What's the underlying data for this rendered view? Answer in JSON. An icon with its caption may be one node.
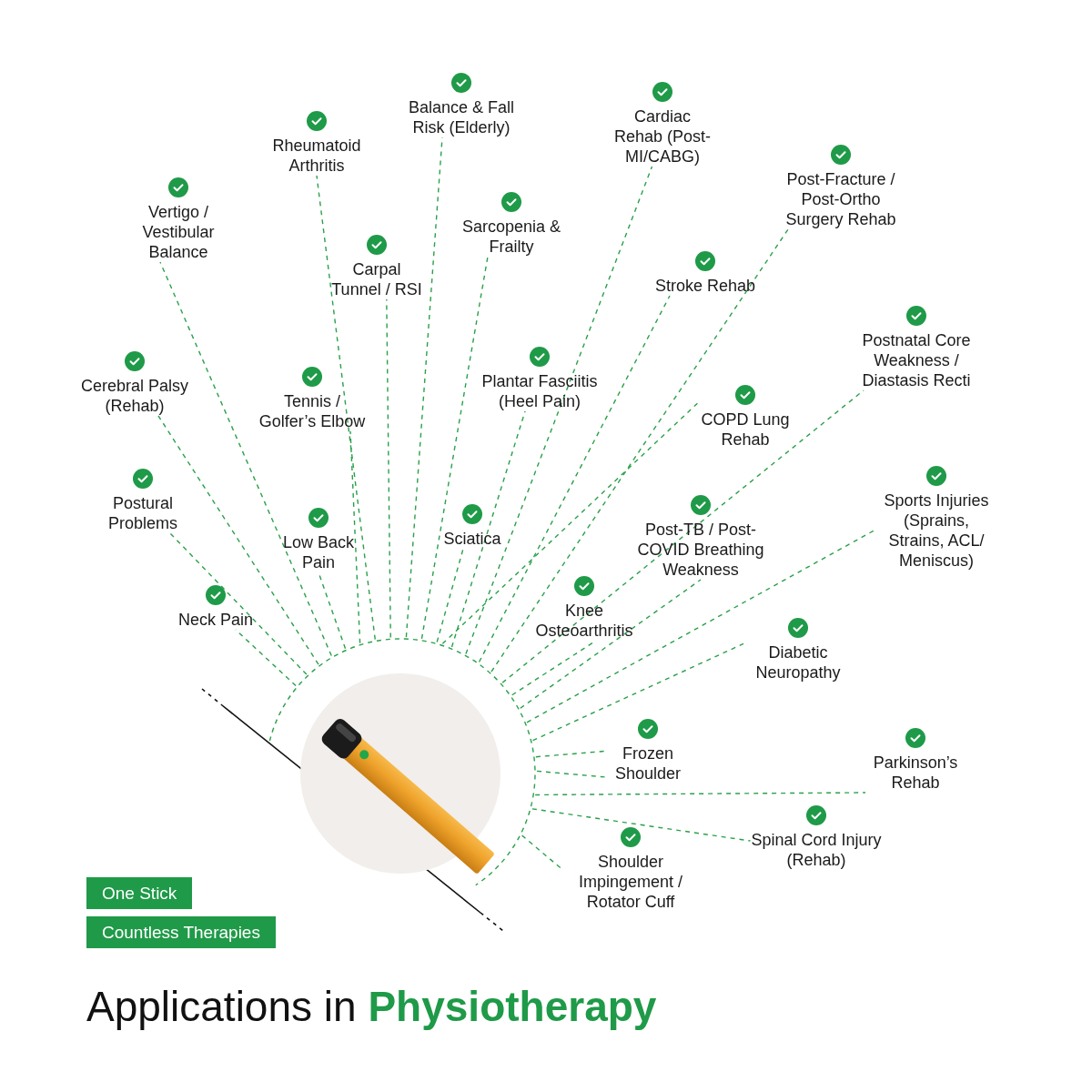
{
  "diagram": {
    "title": "Applications in **Physiotherapy**",
    "nodes": [
      {
        "text": [],
        "shape": "picture"
      },
      {
        "text": [
          "Balance & Fall Risk (Elderly)"
        ]
      },
      {
        "text": [
          "Cardiac Rehab (Post-MI/CABG)"
        ]
      },
      {
        "text": [
          "Rheumatoid Arthritis"
        ]
      },
      {
        "text": [
          "Post-Fracture / Post-Ortho Surgery Rehab"
        ]
      },
      {
        "text": [
          "Vertigo / Vestibular Balance"
        ]
      },
      {
        "text": [
          "Sarcopenia & Frailty"
        ]
      },
      {
        "text": [
          "Carpal Tunnel / RSI"
        ]
      },
      {
        "text": [
          "Stroke Rehab"
        ]
      },
      {
        "text": [
          "Postnatal Core Weakness / Diastasis Recti"
        ]
      },
      {
        "text": [
          "Plantar Fasciitis (Heel Pain)"
        ]
      },
      {
        "text": [
          "Cerebral Palsy (Rehab)"
        ]
      },
      {
        "text": [
          "Tennis / Golfer’s Elbow"
        ]
      },
      {
        "text": [
          "COPD Lung Rehab"
        ]
      },
      {
        "text": [
          "Sports Injuries (Sprains, Strains, ACL/ Meniscus)"
        ]
      },
      {
        "text": [
          "Postural Problems"
        ]
      },
      {
        "text": [
          "Post-TB / Post-COVID Breathing Weakness"
        ]
      },
      {
        "text": [
          "Sciatica"
        ]
      },
      {
        "text": [
          "Low Back Pain"
        ]
      },
      {
        "text": [
          "Knee Osteoarthritis"
        ]
      },
      {
        "text": [
          "Neck Pain"
        ]
      },
      {
        "text": [
          "Diabetic Neuropathy"
        ]
      },
      {
        "text": [
          "Frozen Shoulder"
        ]
      },
      {
        "text": [
          "Parkinson’s Rehab"
        ]
      },
      {
        "text": [
          "Spinal Cord Injury (Rehab)"
        ]
      },
      {
        "text": [
          "Shoulder Impingement / Rotator Cuff"
        ]
      },
      {
        "text": [
          "One Stick"
        ]
      },
      {
        "text": [
          "Countless Therapies"
        ]
      }
    ],
    "edges": [
      {
        "from": 0,
        "to": 1,
        "arrow": "none",
        "style": "dashed"
      },
      {
        "from": 0,
        "to": 2,
        "arrow": "none",
        "style": "dashed"
      },
      {
        "from": 0,
        "to": 3,
        "arrow": "none",
        "style": "dashed"
      },
      {
        "from": 0,
        "to": 4,
        "arrow": "none",
        "style": "dashed"
      },
      {
        "from": 0,
        "to": 5,
        "arrow": "none",
        "style": "dashed"
      },
      {
        "from": 0,
        "to": 6,
        "arrow": "none",
        "style": "dashed"
      },
      {
        "from": 0,
        "to": 7,
        "arrow": "none",
        "style": "dashed"
      },
      {
        "from": 0,
        "to": 8,
        "arrow": "none",
        "style": "dashed"
      },
      {
        "from": 0,
        "to": 9,
        "arrow": "none",
        "style": "dashed"
      },
      {
        "from": 0,
        "to": 10,
        "arrow": "none",
        "style": "dashed"
      },
      {
        "from": 0,
        "to": 11,
        "arrow": "none",
        "style": "dashed"
      },
      {
        "from": 0,
        "to": 12,
        "arrow": "none",
        "style": "dashed"
      },
      {
        "from": 0,
        "to": 13,
        "arrow": "none",
        "style": "dashed"
      },
      {
        "from": 0,
        "to": 14,
        "arrow": "none",
        "style": "dashed"
      },
      {
        "from": 0,
        "to": 15,
        "arrow": "none",
        "style": "dashed"
      },
      {
        "from": 0,
        "to": 16,
        "arrow": "none",
        "style": "dashed"
      },
      {
        "from": 0,
        "to": 17,
        "arrow": "none",
        "style": "dashed"
      },
      {
        "from": 0,
        "to": 18,
        "arrow": "none",
        "style": "dashed"
      },
      {
        "from": 0,
        "to": 19,
        "arrow": "none",
        "style": "dashed"
      },
      {
        "from": 0,
        "to": 20,
        "arrow": "none",
        "style": "dashed"
      },
      {
        "from": 0,
        "to": 21,
        "arrow": "none",
        "style": "dashed"
      },
      {
        "from": 0,
        "to": 22,
        "arrow": "none",
        "style": "dashed"
      },
      {
        "from": 0,
        "to": 23,
        "arrow": "none",
        "style": "dashed"
      },
      {
        "from": 0,
        "to": 24,
        "arrow": "none",
        "style": "dashed"
      },
      {
        "from": 0,
        "to": 25,
        "arrow": "none",
        "style": "dashed"
      },
      {
        "from": 0,
        "to": 22,
        "arrow": "none",
        "style": "dashed"
      }
    ]
  }
}
